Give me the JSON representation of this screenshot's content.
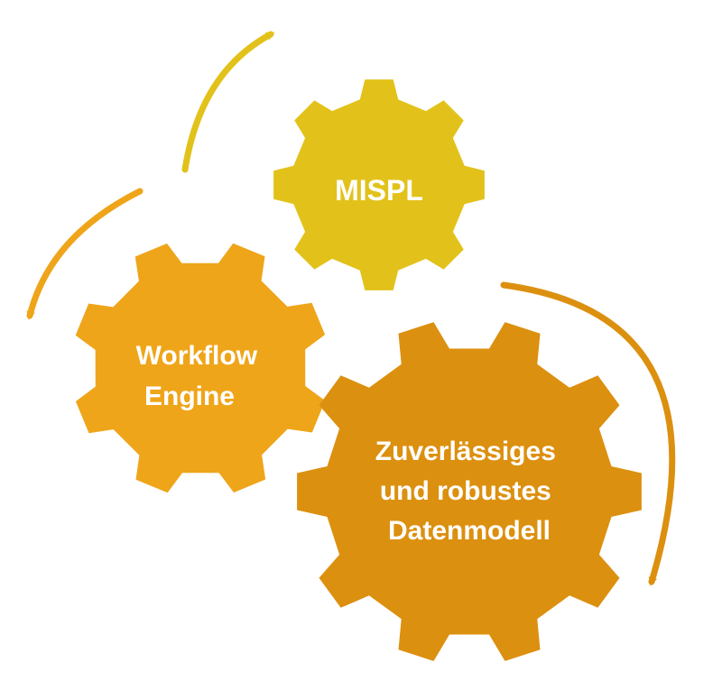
{
  "diagram": {
    "gears": [
      {
        "id": "mispl",
        "label_lines": [
          "MISPL"
        ],
        "color": "#E2C21A",
        "teeth": 8
      },
      {
        "id": "workflow",
        "label_lines": [
          "Workflow",
          "Engine"
        ],
        "color": "#EFA51A",
        "teeth": 8
      },
      {
        "id": "datenmodell",
        "label_lines": [
          "Zuverlässiges",
          "und robustes",
          "Datenmodell"
        ],
        "color": "#DC900F",
        "teeth": 10
      }
    ],
    "arrows": [
      {
        "id": "arrow-mispl",
        "color": "#E2C21A"
      },
      {
        "id": "arrow-workflow",
        "color": "#EFA51A"
      },
      {
        "id": "arrow-datenmodell",
        "color": "#DC900F"
      }
    ]
  }
}
